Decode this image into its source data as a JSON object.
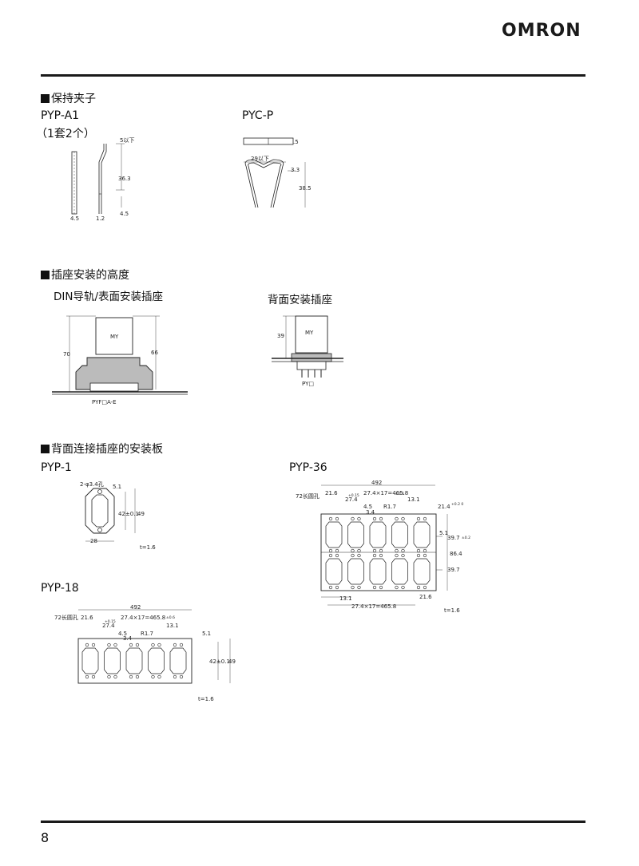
{
  "brand": "OMRON",
  "page_number": "8",
  "sections": {
    "clip": {
      "title": "保持夹子",
      "pyp_a1": {
        "label": "PYP-A1",
        "note": "（1套2个）",
        "dims": {
          "top": "5以下",
          "height": "36.3",
          "w1": "4.5",
          "w2": "1.2",
          "w3": "4.5"
        }
      },
      "pyc_p": {
        "label": "PYC-P",
        "dims": {
          "t": ".5",
          "w": "29以下",
          "d": "3.3",
          "h": "38.5"
        }
      }
    },
    "height": {
      "title": "插座安装的高度",
      "din": {
        "label": "DIN导轨/表面安装插座",
        "relay": "MY",
        "h1": "70",
        "h2": "66",
        "socket": "PYF□A-E"
      },
      "back": {
        "label": "背面安装插座",
        "relay": "MY",
        "h": "39",
        "socket": "PY□"
      }
    },
    "plates": {
      "title": "背面连接插座的安装板",
      "pyp1": {
        "label": "PYP-1",
        "hole": "2-φ3.4孔",
        "d1": "5.1",
        "d2": "42±0.1",
        "d3": "49",
        "w": "28",
        "t": "t=1.6"
      },
      "pyp36": {
        "label": "PYP-36",
        "total": "492",
        "holes": "72长圆孔",
        "d216": "21.6",
        "pitch": "27.4×17=465.8",
        "tol": "±0.6",
        "p274": "27.4",
        "tol2": "+0.15",
        "d45": "4.5",
        "d34": "3.4",
        "r": "R1.7",
        "d131": "13.1",
        "d214": "21.4",
        "tol3": "+0.2 0",
        "d51": "5.1",
        "d397a": "39.7",
        "tolb": "±0.2",
        "d864": "86.4",
        "d397b": "39.7",
        "b131": "13.1",
        "b216": "21.6",
        "bpitch": "27.4×17=465.8",
        "t": "t=1.6"
      },
      "pyp18": {
        "label": "PYP-18",
        "total": "492",
        "holes": "72长圆孔",
        "d216": "21.6",
        "pitch": "27.4×17=465.8",
        "tol": "±0.6",
        "p274": "27.4",
        "tol2": "+0.15",
        "d45": "4.5",
        "d34": "3.4",
        "r": "R1.7",
        "d131": "13.1",
        "d51": "5.1",
        "d42": "42±0.1",
        "d49": "49",
        "t": "t=1.6"
      }
    }
  }
}
